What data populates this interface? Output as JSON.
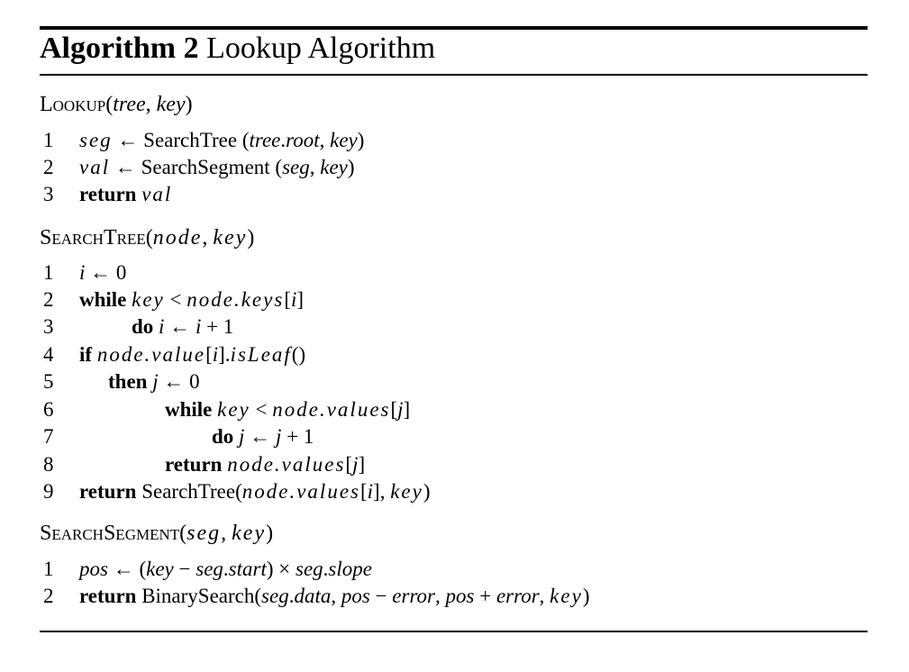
{
  "algorithm": {
    "label": "Algorithm 2",
    "title": "Lookup Algorithm"
  },
  "procedures": [
    {
      "name": "Lookup",
      "params": "(tree, key)",
      "lines": [
        {
          "num": "1",
          "text": "seg ← SearchTree (tree.root, key)"
        },
        {
          "num": "2",
          "text": "val ← SearchSegment (seg, key)"
        },
        {
          "num": "3",
          "text": "return val"
        }
      ]
    },
    {
      "name": "SearchTree",
      "params": "(node, key)",
      "lines": [
        {
          "num": "1",
          "text": "i ← 0"
        },
        {
          "num": "2",
          "text": "while key < node.keys[i]"
        },
        {
          "num": "3",
          "text": "do i ← i + 1"
        },
        {
          "num": "4",
          "text": "if node.value[i].isLeaf()"
        },
        {
          "num": "5",
          "text": "then j ← 0"
        },
        {
          "num": "6",
          "text": "while key < node.values[j]"
        },
        {
          "num": "7",
          "text": "do j ← j + 1"
        },
        {
          "num": "8",
          "text": "return node.values[j]"
        },
        {
          "num": "9",
          "text": "return SearchTree(node.values[i], key)"
        }
      ]
    },
    {
      "name": "SearchSegment",
      "params": "(seg, key)",
      "lines": [
        {
          "num": "1",
          "text": "pos ← (key − seg.start) × seg.slope"
        },
        {
          "num": "2",
          "text": "return BinarySearch(seg.data, pos − error, pos + error, key)"
        }
      ]
    }
  ],
  "tokens": {
    "arrow": "←",
    "return": "return",
    "while": "while",
    "do": "do",
    "if": "if",
    "then": "then",
    "lt": "<",
    "plus": "+",
    "minus": "−",
    "times": "×",
    "comma": ",",
    "lparen": "(",
    "rparen": ")",
    "lbr": "[",
    "rbr": "]",
    "zero": "0",
    "one": "1"
  }
}
